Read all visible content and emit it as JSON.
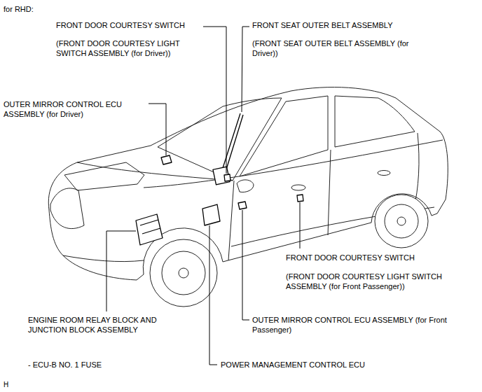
{
  "diagram": {
    "title": "for RHD:",
    "labels": [
      "FRONT DOOR COURTESY SWITCH",
      "(FRONT DOOR COURTESY LIGHT SWITCH ASSEMBLY (for Driver))",
      "FRONT SEAT OUTER BELT ASSEMBLY",
      "(FRONT SEAT OUTER BELT ASSEMBLY (for Driver))",
      "OUTER MIRROR CONTROL ECU ASSEMBLY (for Driver)",
      "FRONT DOOR COURTESY SWITCH",
      "(FRONT DOOR COURTESY LIGHT SWITCH ASSEMBLY (for Front Passenger))",
      "ENGINE ROOM RELAY BLOCK AND JUNCTION BLOCK ASSEMBLY",
      "OUTER MIRROR CONTROL ECU ASSEMBLY (for Front Passenger)",
      "- ECU-B NO. 1 FUSE",
      "POWER MANAGEMENT CONTROL ECU",
      "H"
    ]
  }
}
